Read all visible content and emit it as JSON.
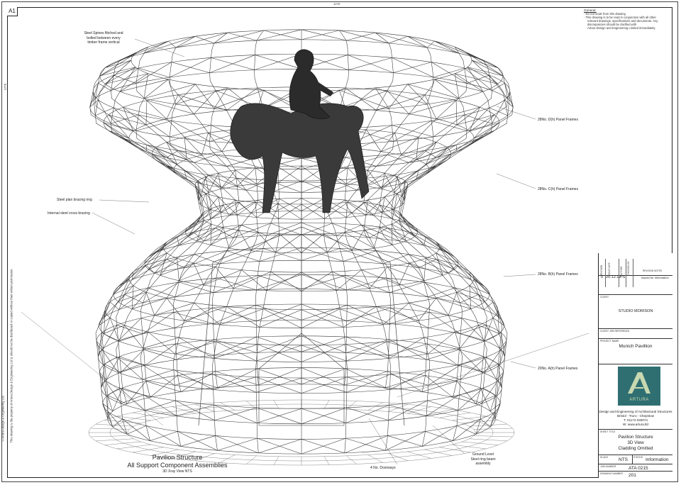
{
  "sheet": {
    "size": "A1",
    "top_scale": "12TE",
    "side_scale": "12TE"
  },
  "margin": {
    "line1": "© Artura Design & Engineering Ltd.",
    "line2": "This drawing is the property of Artura Design & Engineering Ltd & should not be distributed or copied without their written permission."
  },
  "general_notes": {
    "heading": "General:",
    "line1": "-  Do not scale from this drawing",
    "line2": "-  This drawing is to be read in conjunction with all other",
    "line3": "relevant drawings, specifications and documents. Any",
    "line4": "discrepancies should be clarified with",
    "line5": "Artura Design and Engineering Limited immediately."
  },
  "annotations": {
    "spines_1": "Steel Spines flitched and",
    "spines_2": "bolted between every",
    "spines_3": "timber frame vertical",
    "plan_ring": "Steel plan bracing ring",
    "cross_bracing": "Internal steel cross bracing",
    "frames_d": "28No. D(h) Panel Frames",
    "frames_c": "28No. C(h) Panel Frames",
    "frames_b": "28No. B(h) Panel Frames",
    "frames_a": "20No. A(h) Panel Frames",
    "doorways": "4 No. Doorways",
    "ring_beam_1": "Ground Level",
    "ring_beam_2": "Steel ring beam",
    "ring_beam_3": "assembly"
  },
  "drawing_title": {
    "line1": "Pavilion Structure",
    "line2": "All Support Component Assemblies",
    "line3": "3D Xray View NTS"
  },
  "title_block": {
    "rev_headers": [
      "REVISION",
      "ISSUE DATE",
      "AUTHOR",
      "CHECKED BY",
      "REVISION NOTES"
    ],
    "rev_row": {
      "rev": "0",
      "date": "20.12.17",
      "author": "PS",
      "notes": "Issued for Information"
    },
    "client_caption": "CLIENT",
    "client": "STUDIO MORISON",
    "client_ref_caption": "CLIENT JOB REFERENCE",
    "project_caption": "PROJECT NAME",
    "project": "Munich Pavillion",
    "logo_name": "ARTURA",
    "company_1": "Design and Engineering of Architectural Structures",
    "company_2": "Bristol - Truro - Chepstow",
    "company_3": "T: 01174 030074",
    "company_4": "W: www.artura.ltd",
    "sheet_title_caption": "SHEET TITLE",
    "sheet_title_1": "Pavilion Structure",
    "sheet_title_2": "3D View",
    "sheet_title_3": "Cladding Omitted",
    "scale_caption": "SCALE",
    "scale": "NTS",
    "status_caption": "STATUS",
    "status": "Information",
    "job_caption": "JOB NUMBER",
    "job": "ATA 0215",
    "drawing_caption": "DRAWING NUMBER",
    "drawing_no": "201"
  },
  "colors": {
    "logo_bg": "#2f6f72",
    "logo_mark": "#c8d8b0",
    "line": "#222222"
  }
}
